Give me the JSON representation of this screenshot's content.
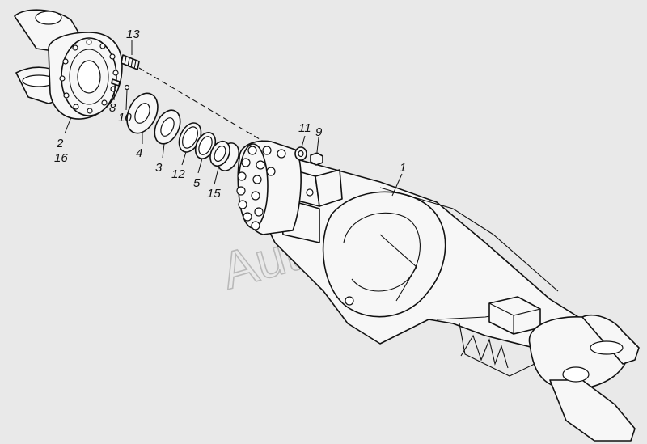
{
  "watermark": "AutoSoft",
  "callouts": [
    {
      "id": "p1",
      "text": "1"
    },
    {
      "id": "p2",
      "text": "2"
    },
    {
      "id": "p16",
      "text": "16"
    },
    {
      "id": "p13",
      "text": "13"
    },
    {
      "id": "p8",
      "text": "8"
    },
    {
      "id": "p10",
      "text": "10"
    },
    {
      "id": "p4",
      "text": "4"
    },
    {
      "id": "p3",
      "text": "3"
    },
    {
      "id": "p12",
      "text": "12"
    },
    {
      "id": "p5",
      "text": "5"
    },
    {
      "id": "p15",
      "text": "15"
    },
    {
      "id": "p11",
      "text": "11"
    },
    {
      "id": "p9",
      "text": "9"
    }
  ]
}
